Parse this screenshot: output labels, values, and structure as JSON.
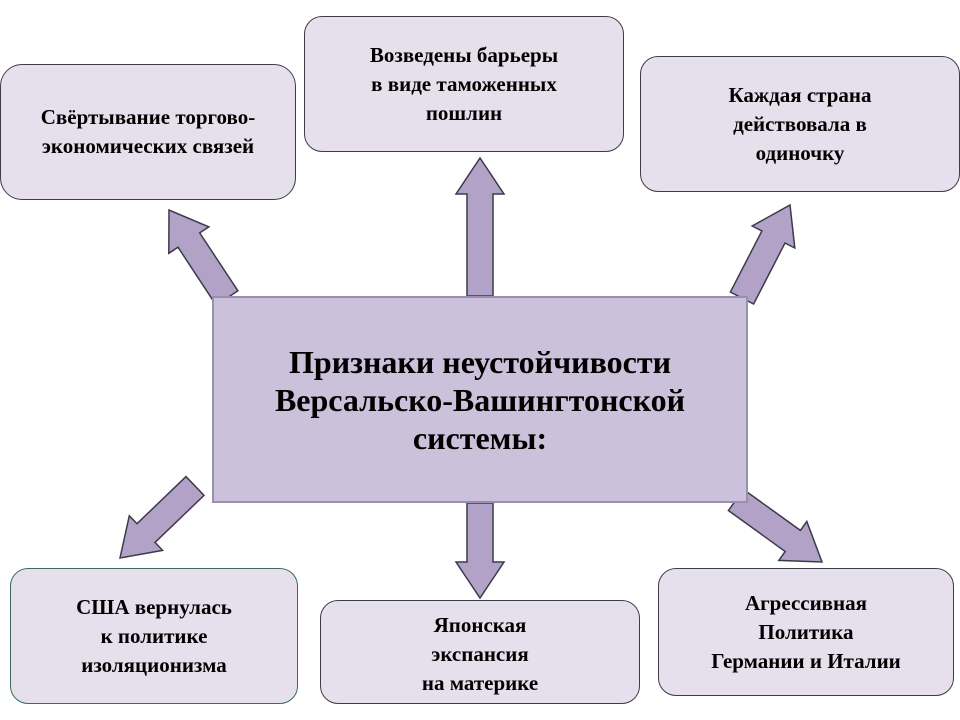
{
  "center": {
    "text": "Признаки неустойчивости\nВерсальско-Вашингтонской\nсистемы:"
  },
  "boxes": {
    "top_left": "Свёртывание торгово-\nэкономических связей",
    "top_center": "Возведены барьеры\nв виде таможенных\nпошлин",
    "top_right": "Каждая страна\nдействовала в\nодиночку",
    "bottom_left": "США вернулась\nк политике\nизоляционизма",
    "bottom_center": "Японская\nэкспансия\nна материке",
    "bottom_right": "Агрессивная\nПолитика\nГермании и Италии"
  },
  "colors": {
    "box_fill": "#e6e0ec",
    "center_fill": "#ccc1da",
    "arrow_fill": "#b3a2c7",
    "arrow_stroke": "#3b3b4a"
  }
}
